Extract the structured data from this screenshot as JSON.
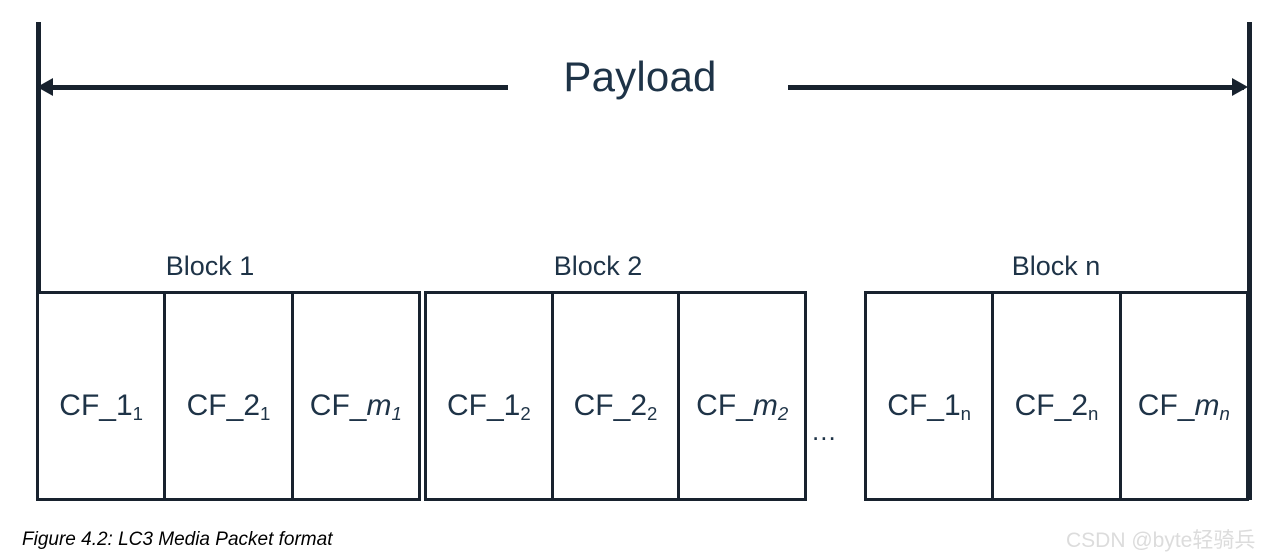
{
  "figure": {
    "caption": "Figure 4.2: LC3 Media Packet format",
    "watermark": "CSDN @byte轻骑兵",
    "colors": {
      "ink": "#1e3347",
      "rule": "#18222e",
      "caption": "#000000",
      "watermark": "#dcdcdc",
      "background": "#ffffff"
    }
  },
  "payload": {
    "label": "Payload",
    "arrow": "double-headed-horizontal-arrow"
  },
  "blocks": [
    {
      "label": "Block 1",
      "cells": [
        {
          "prefix": "CF_",
          "symbol": "1",
          "symbol_italic": false,
          "subscript": "1",
          "subscript_italic": false,
          "text": "CF_1₁"
        },
        {
          "prefix": "CF_",
          "symbol": "2",
          "symbol_italic": false,
          "subscript": "1",
          "subscript_italic": false,
          "text": "CF_2₁"
        },
        {
          "prefix": "CF_",
          "symbol": "m",
          "symbol_italic": true,
          "subscript": "1",
          "subscript_italic": true,
          "text": "CF_m₁"
        }
      ]
    },
    {
      "label": "Block 2",
      "cells": [
        {
          "prefix": "CF_",
          "symbol": "1",
          "symbol_italic": false,
          "subscript": "2",
          "subscript_italic": false,
          "text": "CF_1₂"
        },
        {
          "prefix": "CF_",
          "symbol": "2",
          "symbol_italic": false,
          "subscript": "2",
          "subscript_italic": false,
          "text": "CF_2₂"
        },
        {
          "prefix": "CF_",
          "symbol": "m",
          "symbol_italic": true,
          "subscript": "2",
          "subscript_italic": true,
          "text": "CF_m₂"
        }
      ]
    },
    {
      "label": "Block n",
      "cells": [
        {
          "prefix": "CF_",
          "symbol": "1",
          "symbol_italic": false,
          "subscript": "n",
          "subscript_italic": false,
          "text": "CF_1n"
        },
        {
          "prefix": "CF_",
          "symbol": "2",
          "symbol_italic": false,
          "subscript": "n",
          "subscript_italic": false,
          "text": "CF_2n"
        },
        {
          "prefix": "CF_",
          "symbol": "m",
          "symbol_italic": true,
          "subscript": "n",
          "subscript_italic": true,
          "text": "CF_mn"
        }
      ]
    }
  ],
  "ellipsis": "..."
}
